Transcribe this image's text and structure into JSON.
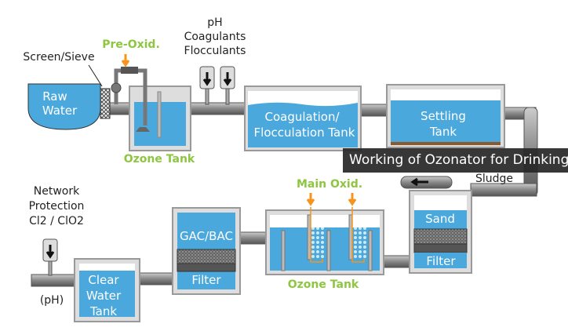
{
  "labels": {
    "screen_sieve": "Screen/Sieve",
    "pre_oxid": "Pre-Oxid.",
    "dosing": [
      "pH",
      "Coagulants",
      "Flocculants"
    ],
    "raw_water": [
      "Raw",
      "Water"
    ],
    "ozone_tank_1": "Ozone Tank",
    "coag_tank": [
      "Coagulation/",
      "Flocculation Tank"
    ],
    "settling_tank": [
      "Settling",
      "Tank"
    ],
    "sludge": "Sludge",
    "sand_filter": [
      "Sand",
      "Filter"
    ],
    "main_oxid": "Main Oxid.",
    "ozone_tank_2": "Ozone Tank",
    "gac_filter": [
      "GAC/BAC",
      "Filter"
    ],
    "clear_water_tank": [
      "Clear",
      "Water",
      "Tank"
    ],
    "network_protection": [
      "Network",
      "Protection",
      "Cl2 / ClO2"
    ],
    "ph": "(pH)"
  },
  "tooltip": "Working of Ozonator for Drinking Water Treatment",
  "colors": {
    "water": "#4aa8dc",
    "accent_green": "#8dc63f",
    "ozone_orange": "#f7941d",
    "pipe": "#8a8a8a",
    "sludge": "#8b5a2b"
  }
}
